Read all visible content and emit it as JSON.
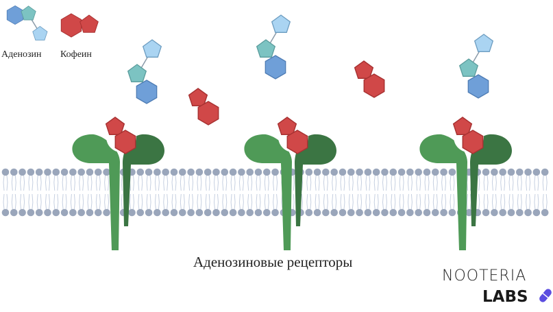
{
  "legend": {
    "adenosine": "Аденозин",
    "caffeine": "Кофеин"
  },
  "caption": "Аденозиновые рецепторы",
  "logo": {
    "top": "NOOTERIA",
    "bottom": "LABS"
  },
  "colors": {
    "caffeine": "#d04848",
    "adenosine_hex": "#6f9fd8",
    "adenosine_pent": "#7cc3c2",
    "adenosine_small": "#aad4f2",
    "receptor_light": "#4f9a57",
    "receptor_dark": "#3b7543",
    "membrane": "#9aa6bb",
    "logo_pill": "#5b4de0"
  }
}
